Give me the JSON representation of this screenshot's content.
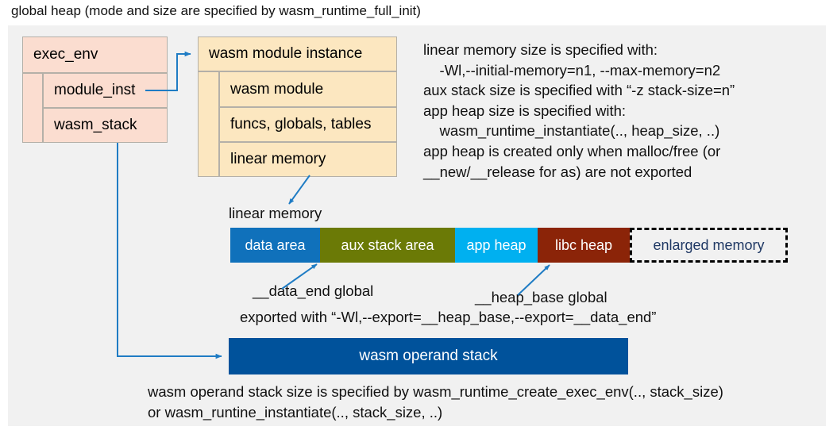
{
  "title": "global heap (mode and size are specified by wasm_runtime_full_init)",
  "exec_env": {
    "title": "exec_env",
    "fields": [
      {
        "label": "module_inst"
      },
      {
        "label": "wasm_stack"
      }
    ]
  },
  "module_instance": {
    "title": "wasm module instance",
    "fields": [
      {
        "label": "wasm module"
      },
      {
        "label": "funcs, globals, tables"
      },
      {
        "label": "linear memory"
      }
    ]
  },
  "notes": {
    "right_block": "linear memory size is specified with:\n    -Wl,--initial-memory=n1, --max-memory=n2\naux stack size is specified with “-z stack-size=n”\napp heap size is specified with:\n    wasm_runtime_instantiate(.., heap_size, ..)\napp heap is created only when malloc/free (or\n__new/__release for as) are not exported",
    "bottom_block": "wasm operand stack size is specified by wasm_runtime_create_exec_env(.., stack_size)\nor wasm_runtine_instantiate(.., stack_size, ..)"
  },
  "linear_memory": {
    "label": "linear memory",
    "segments": [
      {
        "name": "data-area",
        "label": "data area",
        "color": "#1071bb"
      },
      {
        "name": "aux-stack-area",
        "label": "aux stack area",
        "color": "#6b7a06"
      },
      {
        "name": "app-heap",
        "label": "app heap",
        "color": "#00b0f0"
      },
      {
        "name": "libc-heap",
        "label": "libc heap",
        "color": "#8b2408"
      },
      {
        "name": "enlarged-memory",
        "label": "enlarged memory",
        "color": "#f1f1f1"
      }
    ]
  },
  "annotations": {
    "data_end": "__data_end global",
    "heap_base": "__heap_base global",
    "exported": "exported with “-Wl,--export=__heap_base,--export=__data_end”"
  },
  "operand_stack": {
    "label": "wasm operand stack",
    "color": "#00529b"
  },
  "colors": {
    "panel_bg": "#f1f1f1",
    "exec_env_fill": "#fbddd0",
    "module_fill": "#fce7c0",
    "connector": "#1f7cc4",
    "box_border": "#b4b0a8",
    "enlarged_text": "#1f3864"
  }
}
